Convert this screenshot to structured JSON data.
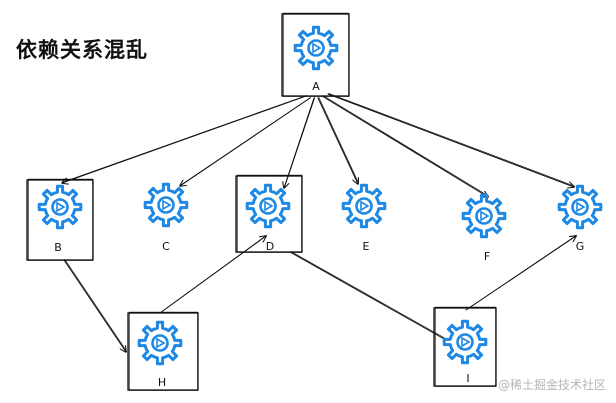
{
  "title": "依赖关系混乱",
  "watermark": "@稀土掘金技术社区",
  "colors": {
    "gear": "#1e88e5",
    "stroke": "#111111",
    "background": "#ffffff"
  },
  "nodes": [
    {
      "id": "A",
      "label": "A",
      "boxed": true,
      "icon": "gear-icon"
    },
    {
      "id": "B",
      "label": "B",
      "boxed": true,
      "icon": "gear-icon"
    },
    {
      "id": "C",
      "label": "C",
      "boxed": false,
      "icon": "gear-icon"
    },
    {
      "id": "D",
      "label": "D",
      "boxed": true,
      "icon": "gear-icon"
    },
    {
      "id": "E",
      "label": "E",
      "boxed": false,
      "icon": "gear-icon"
    },
    {
      "id": "F",
      "label": "F",
      "boxed": false,
      "icon": "gear-icon"
    },
    {
      "id": "G",
      "label": "G",
      "boxed": false,
      "icon": "gear-icon"
    },
    {
      "id": "H",
      "label": "H",
      "boxed": true,
      "icon": "gear-icon"
    },
    {
      "id": "I",
      "label": "I",
      "boxed": true,
      "icon": "gear-icon"
    }
  ],
  "edges": [
    {
      "from": "A",
      "to": "B",
      "arrow": true
    },
    {
      "from": "A",
      "to": "C",
      "arrow": true
    },
    {
      "from": "A",
      "to": "D",
      "arrow": true
    },
    {
      "from": "A",
      "to": "E",
      "arrow": true
    },
    {
      "from": "A",
      "to": "F",
      "arrow": true
    },
    {
      "from": "A",
      "to": "G",
      "arrow": true
    },
    {
      "from": "B",
      "to": "H",
      "arrow": true
    },
    {
      "from": "H",
      "to": "D",
      "arrow": true
    },
    {
      "from": "D",
      "to": "I",
      "arrow": false
    },
    {
      "from": "I",
      "to": "G",
      "arrow": true
    }
  ]
}
